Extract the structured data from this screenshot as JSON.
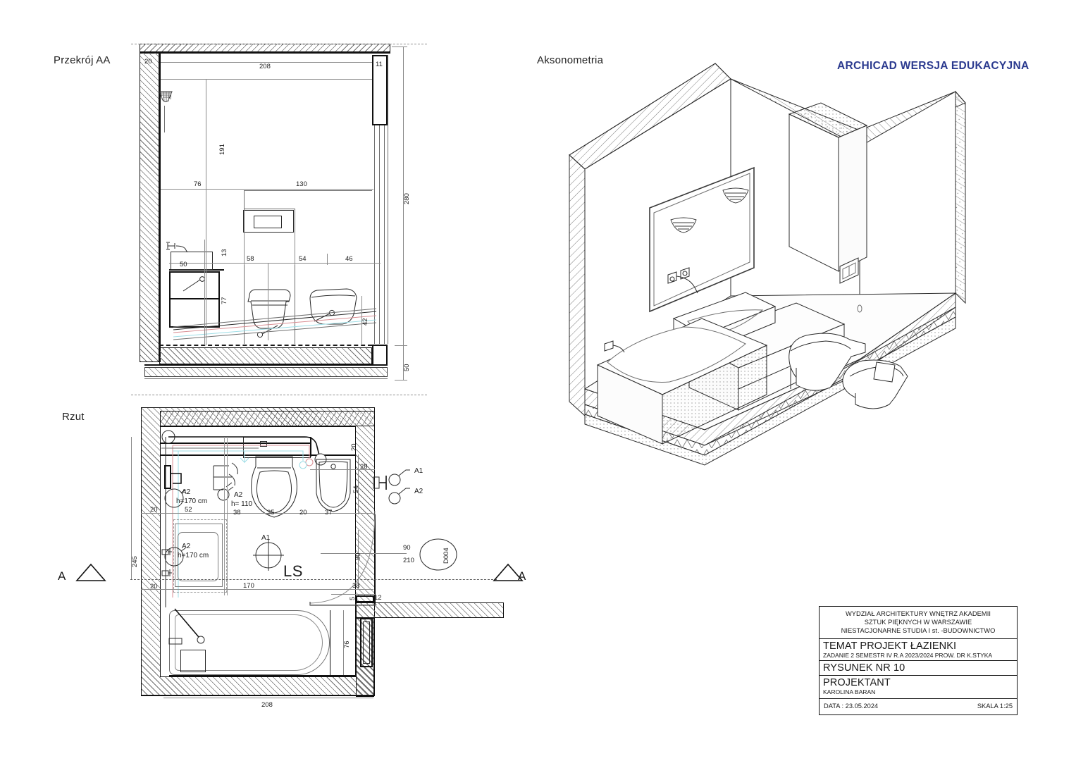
{
  "sheet": {
    "watermark": "ARCHICAD WERSJA EDUKACYJNA",
    "views": {
      "section_title": "Przekrój AA",
      "plan_title": "Rzut",
      "axo_title": "Aksonometria"
    }
  },
  "section": {
    "dims": {
      "wall_left": "20",
      "top_width": "208",
      "wall_right": "11",
      "height_191": "191",
      "w76": "76",
      "w130": "130",
      "total_height": "280",
      "vanity_50": "50",
      "h13": "13",
      "h77": "77",
      "w58": "58",
      "w54": "54",
      "w46": "46",
      "h42": "42",
      "slab_50": "50"
    }
  },
  "plan": {
    "dims": {
      "wall_top": "20",
      "d28": "28",
      "d54": "54",
      "wall_left_20": "20",
      "d52": "52",
      "d38": "38",
      "d35": "35",
      "d20": "20",
      "d37": "37",
      "d245": "245",
      "d170": "170",
      "d38b": "38",
      "d90_right": "90",
      "d20_low": "20",
      "d5": "5",
      "d12": "12",
      "tub_76": "76",
      "bottom_208": "208"
    },
    "labels": {
      "switch_a1": "A1",
      "switch_a2": "A2",
      "lamp_a2_170_top": "A2",
      "lamp_a2_170_top_h": "h=170 cm",
      "lamp_a2_110": "A2",
      "lamp_a2_110_h": "h= 110",
      "lamp_a2_170_bottom": "A2",
      "lamp_a2_170_bottom_h": "h=170 cm",
      "ceiling_a1": "A1",
      "light_switch": "LS",
      "door_tag": "D004",
      "door_w": "90",
      "door_h": "210",
      "section_mark_left": "A",
      "section_mark_right": "A"
    }
  },
  "title_block": {
    "institution_line1": "WYDZIAŁ ARCHITEKTURY WNĘTRZ AKADEMII",
    "institution_line2": "SZTUK PIĘKNYCH W WARSZAWIE",
    "institution_line3": "NIESTACJONARNE STUDIA I st. -BUDOWNICTWO",
    "topic": "TEMAT PROJEKT ŁAZIENKI",
    "task": "ZADANIE 2 SEMESTR IV R.A 2023/2024  PROW. DR K.STYKA",
    "drawing_no": "RYSUNEK NR 10",
    "designer_label": "PROJEKTANT",
    "designer_name": "KAROLINA  BARAN",
    "date": "DATA : 23.05.2024",
    "scale": "SKALA 1:25"
  },
  "colors": {
    "watermark": "#2b3a8f",
    "line": "#2b2b2b",
    "hot_water": "#d98f94",
    "cold_water": "#9ddde6"
  }
}
